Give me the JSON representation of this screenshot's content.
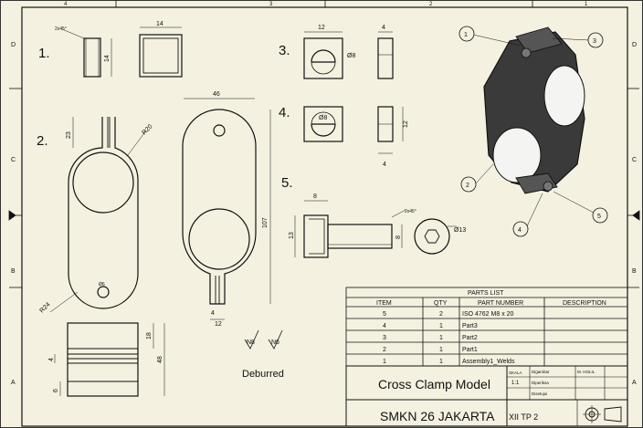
{
  "border": {
    "top_numbers": [
      "4",
      "3",
      "2",
      "1"
    ],
    "left_letters": [
      "D",
      "C",
      "B",
      "A"
    ],
    "right_letters": [
      "D",
      "C",
      "B",
      "A"
    ]
  },
  "views": {
    "part1": {
      "label": "1.",
      "chamfer": "2x45°",
      "height": "14",
      "width": "14"
    },
    "part2": {
      "label": "2.",
      "dim_23": "23",
      "radius_top": "R20",
      "radius_bottom": "R24",
      "hole": "Ø6"
    },
    "part2_front": {
      "width": "46",
      "height": "107",
      "slot_4": "4",
      "slot_12": "12"
    },
    "part2_side": {
      "dim_18": "18",
      "dim_48": "48",
      "dim_4": "4",
      "dim_6": "6"
    },
    "part3": {
      "label": "3.",
      "width": "12",
      "hole": "Ø8",
      "side_width": "4"
    },
    "part4": {
      "label": "4.",
      "hole": "Ø8",
      "side_width": "4",
      "side_height": "12"
    },
    "part5": {
      "label": "5.",
      "head_len": "8",
      "head_dia": "13",
      "chamfer": "2x45°",
      "shaft_dia": "8",
      "end_dia": "Ø13"
    }
  },
  "balloons": [
    "1",
    "2",
    "3",
    "4",
    "5"
  ],
  "notes": {
    "symbol_1": "N8",
    "symbol_2": "N6",
    "deburred": "Deburred"
  },
  "parts_list": {
    "title": "PARTS LIST",
    "headers": [
      "ITEM",
      "QTY",
      "PART NUMBER",
      "DESCRIPTION"
    ],
    "rows": [
      [
        "5",
        "2",
        "ISO 4762 M8 x 20",
        ""
      ],
      [
        "4",
        "1",
        "Part3",
        ""
      ],
      [
        "3",
        "1",
        "Part2",
        ""
      ],
      [
        "2",
        "1",
        "Part1",
        ""
      ],
      [
        "1",
        "1",
        "Assembly1_Welds",
        ""
      ]
    ]
  },
  "title_block": {
    "title": "Cross Clamp Model",
    "school": "SMKN 26 JAKARTA",
    "class": "XII TP 2",
    "sign_labels": [
      "Digambar",
      "Diperiksa",
      "Disetujui"
    ],
    "drawn_by": "M. HOLIL",
    "scale_label": "SKALA",
    "scale": "1:1"
  }
}
